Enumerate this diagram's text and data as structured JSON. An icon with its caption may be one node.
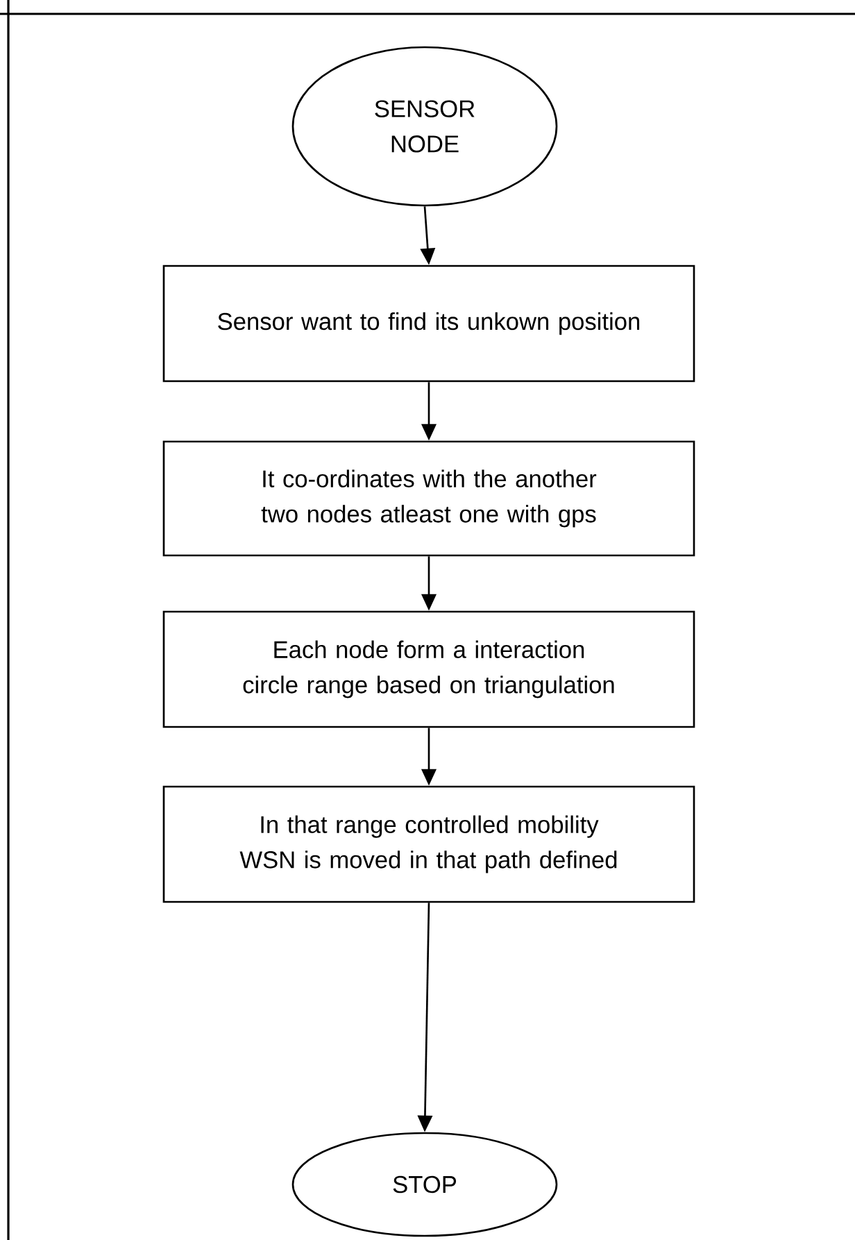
{
  "diagram": {
    "nodes": [
      {
        "text": [
          "SENSOR NODE"
        ]
      },
      {
        "text": [
          "Sensor want to find its unkown position"
        ]
      },
      {
        "text": [
          "It co-ordinates with the another two nodes atleast one with gps"
        ]
      },
      {
        "text": [
          "Each node form a interaction circle range based on triangulation"
        ]
      },
      {
        "text": [
          "In that range controlled mobility WSN is moved in that path defined"
        ]
      },
      {
        "text": [
          "STOP"
        ]
      }
    ],
    "edges": [
      {
        "from": 0,
        "to": 1,
        "arrow": "to"
      },
      {
        "from": 1,
        "to": 2,
        "arrow": "to"
      },
      {
        "from": 2,
        "to": 3,
        "arrow": "to"
      },
      {
        "from": 3,
        "to": 4,
        "arrow": "to"
      },
      {
        "from": 4,
        "to": 5,
        "arrow": "to"
      }
    ]
  }
}
